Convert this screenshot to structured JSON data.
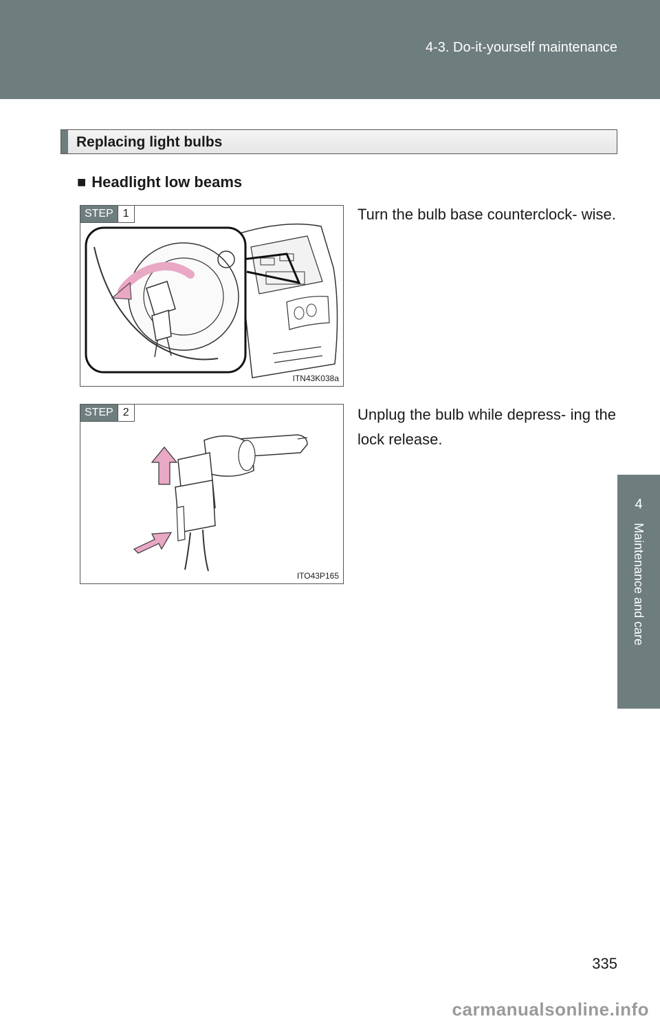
{
  "header": {
    "section": "4-3. Do-it-yourself maintenance"
  },
  "side_tab": {
    "number": "4",
    "label": "Maintenance and care"
  },
  "section_title": "Replacing light bulbs",
  "subsection": {
    "bullet": "■",
    "title": "Headlight low beams"
  },
  "steps": [
    {
      "badge_word": "STEP",
      "badge_num": "1",
      "figure_code": "ITN43K038a",
      "text": "Turn the bulb base counterclock- wise."
    },
    {
      "badge_word": "STEP",
      "badge_num": "2",
      "figure_code": "ITO43P165",
      "text": "Unplug the bulb while depress- ing the lock release."
    }
  ],
  "page_number": "335",
  "watermark": "carmanualsonline.info",
  "colors": {
    "band": "#6e7d7d",
    "arrow": "#e9a8c4"
  }
}
